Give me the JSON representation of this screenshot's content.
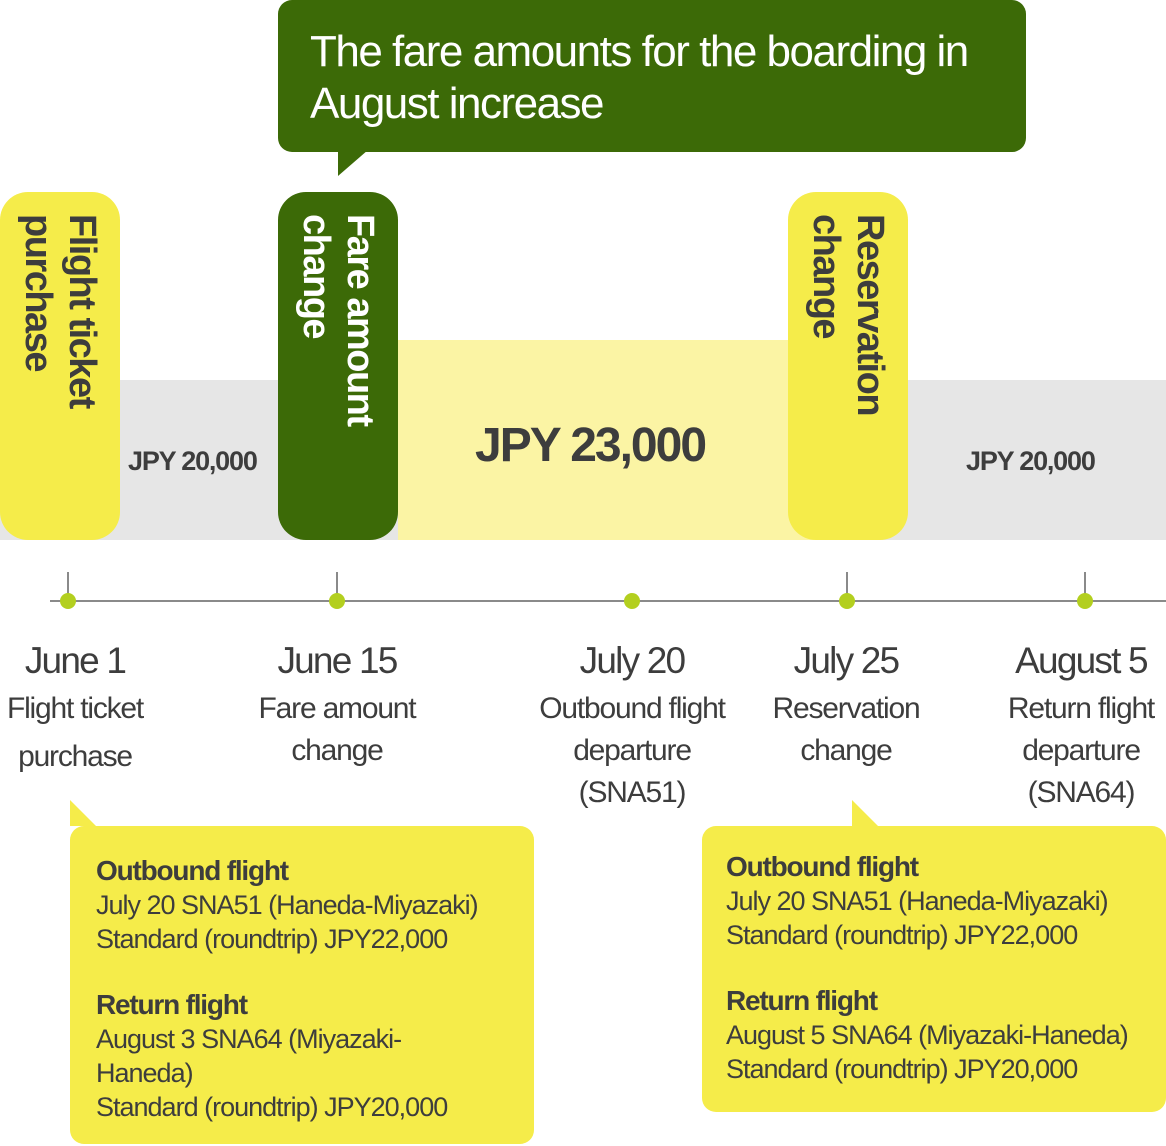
{
  "callout": {
    "text_line1": "The fare amounts for the boarding in",
    "text_line2": "August increase"
  },
  "fares": {
    "before": "JPY 20,000",
    "middle": "JPY 23,000",
    "after": "JPY 20,000"
  },
  "events": [
    {
      "pill_label_line1": "Flight ticket",
      "pill_label_line2": "purchase",
      "date": "June 1",
      "desc_lines": [
        "Flight ticket",
        "purchase"
      ]
    },
    {
      "pill_label_line1": "Fare amount",
      "pill_label_line2": "change",
      "date": "June 15",
      "desc_lines": [
        "Fare amount",
        "change"
      ]
    },
    {
      "date": "July 20",
      "desc_lines": [
        "Outbound flight",
        "departure",
        "(SNA51)"
      ]
    },
    {
      "pill_label_line1": "Reservation",
      "pill_label_line2": "change",
      "date": "July 25",
      "desc_lines": [
        "Reservation",
        "change"
      ]
    },
    {
      "date": "August 5",
      "desc_lines": [
        "Return flight",
        "departure",
        "(SNA64)"
      ]
    }
  ],
  "box_before": {
    "outbound_heading": "Outbound flight",
    "outbound_line1": "July 20  SNA51 (Haneda-Miyazaki)",
    "outbound_line2": "Standard (roundtrip)  JPY22,000",
    "return_heading": "Return flight",
    "return_line1": "August 3  SNA64 (Miyazaki-",
    "return_line2": "Haneda)",
    "return_line3": "Standard (roundtrip)  JPY20,000"
  },
  "box_after": {
    "outbound_heading": "Outbound flight",
    "outbound_line1": "July 20  SNA51 (Haneda-Miyazaki)",
    "outbound_line2": "Standard (roundtrip)  JPY22,000",
    "return_heading": "Return flight",
    "return_line1": "August 5  SNA64 (Miyazaki-Haneda)",
    "return_line2": "Standard (roundtrip)  JPY20,000"
  },
  "colors": {
    "dark_green": "#3c6a07",
    "yellow": "#f5ec4a",
    "pale_yellow": "#fbf4a4",
    "grey_band": "#e6e6e6",
    "dot_green": "#b3cf1f",
    "text": "#3d3d3d"
  }
}
